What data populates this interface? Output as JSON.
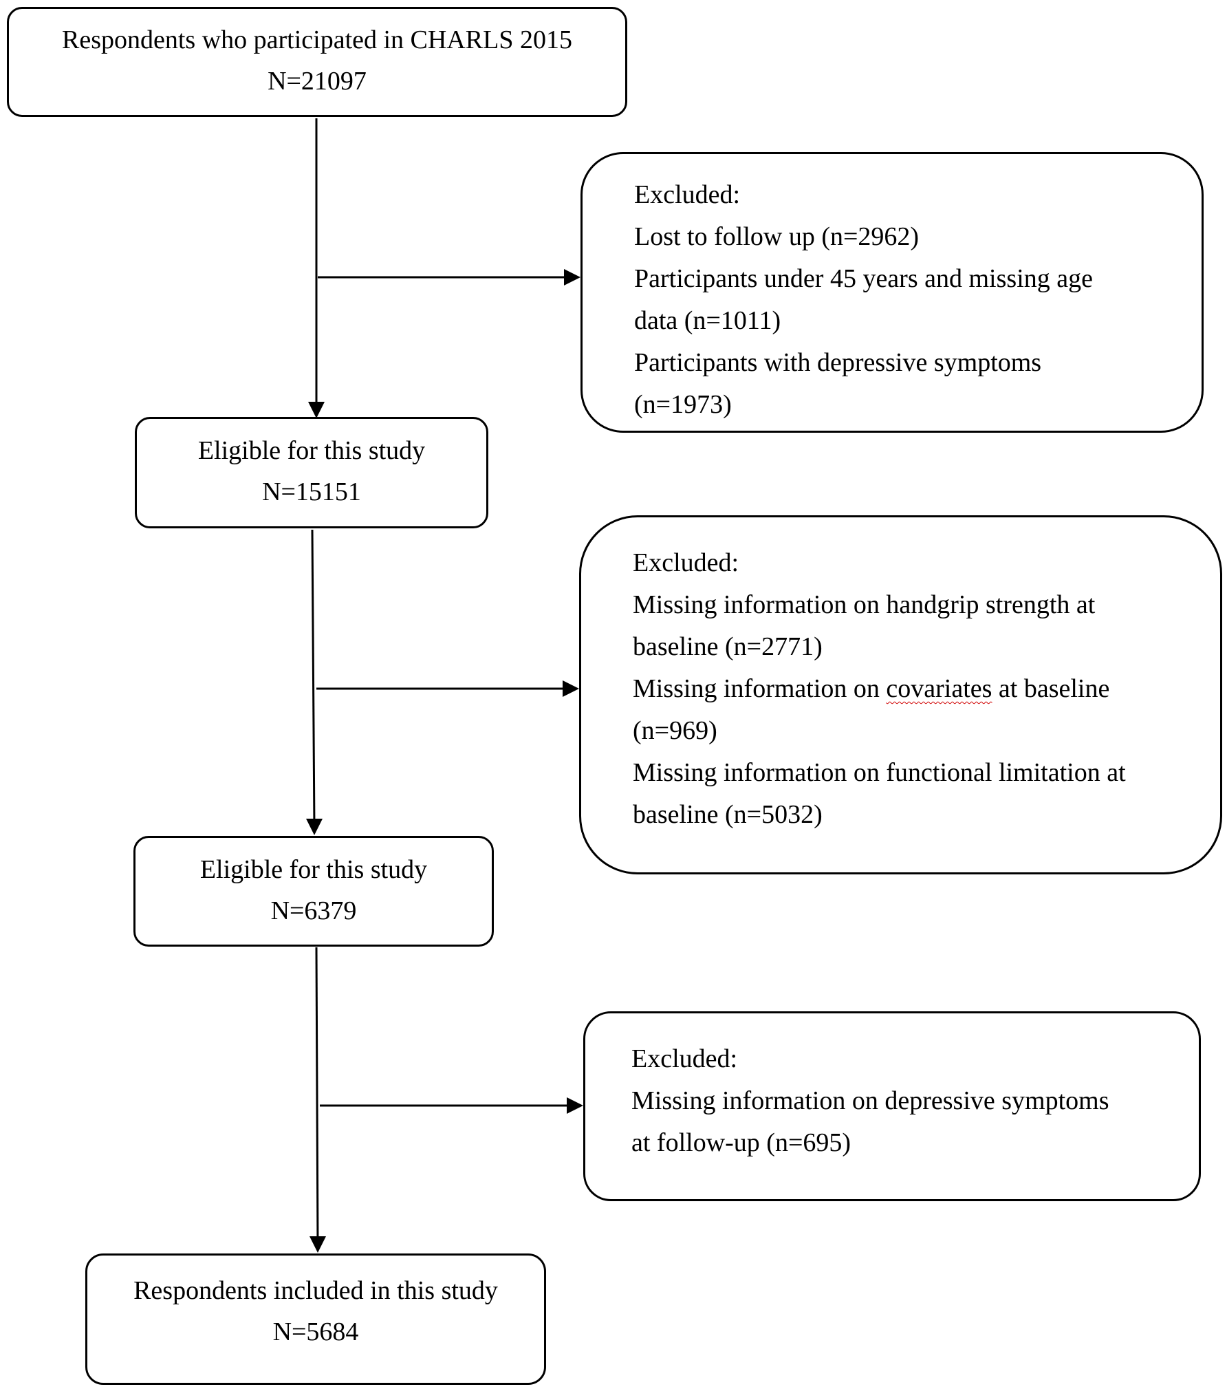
{
  "steps": [
    {
      "lines": [
        "Respondents who participated in CHARLS 2015",
        "N=21097"
      ]
    },
    {
      "lines": [
        "Eligible for this study",
        "N=15151"
      ]
    },
    {
      "lines": [
        "Eligible for this study",
        "N=6379"
      ]
    },
    {
      "lines": [
        "Respondents included in this study",
        "N=5684"
      ]
    }
  ],
  "exclusions": [
    {
      "heading": "Excluded:",
      "lost": "Lost to follow up (n=2962)",
      "under45_words": [
        "Participants",
        "under",
        "45",
        "years",
        "and",
        "missing",
        "age"
      ],
      "under45_cont": "data (n=1011)",
      "depressive_line1": "Participants with depressive symptoms",
      "depressive_line2": "(n=1973)"
    },
    {
      "heading": "Excluded:",
      "handgrip_line1": "Missing information on handgrip strength at",
      "handgrip_line2": "baseline (n=2771)",
      "cov_prefix": "Missing information on ",
      "cov_word": "covariates",
      "cov_suffix": " at baseline",
      "cov_line2": "(n=969)",
      "func_line1": "Missing information on functional limitation at",
      "func_line2": "baseline (n=5032)"
    },
    {
      "heading": "Excluded:",
      "dep_line1": "Missing information on depressive symptoms",
      "dep_line2": "at follow-up (n=695)"
    }
  ]
}
